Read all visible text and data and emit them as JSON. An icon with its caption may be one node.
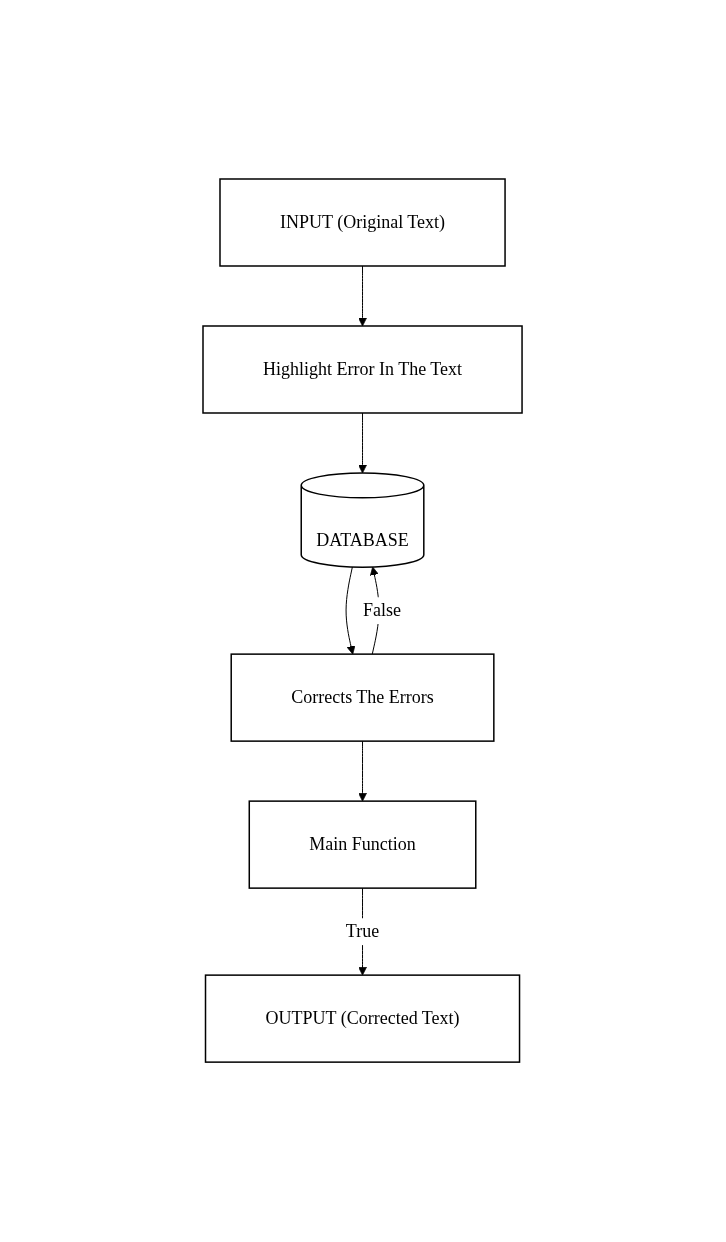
{
  "diagram": {
    "nodes": [
      {
        "text": [
          "INPUT (Original Text)"
        ]
      },
      {
        "text": [
          "Highlight Error In The Text"
        ]
      },
      {
        "text": [
          "DATABASE"
        ]
      },
      {
        "text": [
          "Corrects The Errors"
        ]
      },
      {
        "text": [
          "Main Function"
        ]
      },
      {
        "text": [
          "OUTPUT (Corrected Text)"
        ]
      }
    ],
    "edges": [
      {
        "from": 0,
        "to": 1,
        "arrow": "to"
      },
      {
        "from": 1,
        "to": 2,
        "arrow": "to"
      },
      {
        "from": 2,
        "to": 3,
        "arrow": "to"
      },
      {
        "from": 3,
        "to": 2,
        "arrow": "to",
        "label": "False"
      },
      {
        "from": 3,
        "to": 4,
        "arrow": "to"
      },
      {
        "from": 4,
        "to": 5,
        "arrow": "to",
        "label": "True"
      }
    ]
  }
}
